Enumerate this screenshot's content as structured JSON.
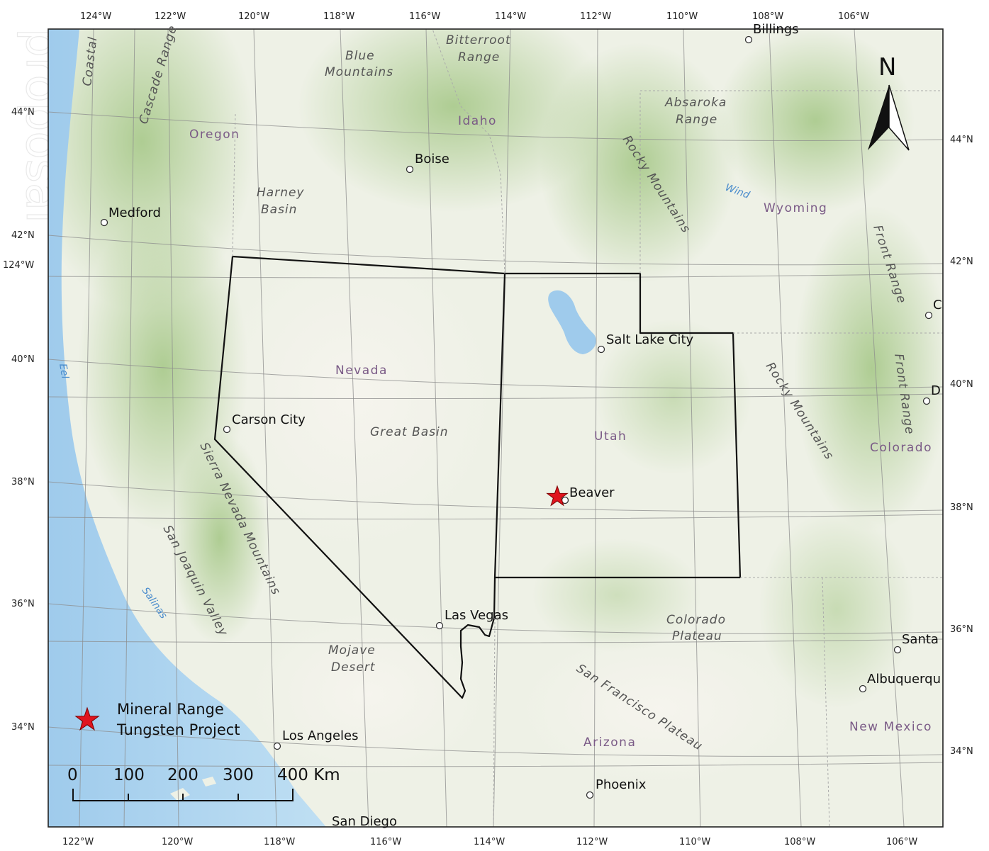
{
  "map": {
    "north_label": "N",
    "cities": [
      {
        "name": "Billings",
        "type": "city"
      },
      {
        "name": "Boise",
        "type": "city"
      },
      {
        "name": "Medford",
        "type": "city"
      },
      {
        "name": "Salt Lake City",
        "type": "city"
      },
      {
        "name": "Carson City",
        "type": "city"
      },
      {
        "name": "Beaver",
        "type": "project-site"
      },
      {
        "name": "Las Vegas",
        "type": "city"
      },
      {
        "name": "Los Angeles",
        "type": "city"
      },
      {
        "name": "San Diego",
        "type": "city"
      },
      {
        "name": "Phoenix",
        "type": "city"
      },
      {
        "name": "Santa",
        "type": "city"
      },
      {
        "name": "Albuquerqu",
        "type": "city"
      },
      {
        "name": "C",
        "type": "city"
      },
      {
        "name": "D",
        "type": "city"
      }
    ],
    "states": [
      "Oregon",
      "Idaho",
      "Wyoming",
      "Nevada",
      "Utah",
      "Colorado",
      "Arizona",
      "New Mexico"
    ],
    "physical": [
      {
        "name": "Coastal"
      },
      {
        "name": "Cascade Range"
      },
      {
        "name": "Blue Mountains",
        "lines": [
          "Blue",
          "Mountains"
        ]
      },
      {
        "name": "Bitterroot Range",
        "lines": [
          "Bitterroot",
          "Range"
        ]
      },
      {
        "name": "Absaroka Range",
        "lines": [
          "Absaroka",
          "Range"
        ]
      },
      {
        "name": "Rocky Mountains"
      },
      {
        "name": "Rocky Mountains"
      },
      {
        "name": "Harney Basin",
        "lines": [
          "Harney",
          "Basin"
        ]
      },
      {
        "name": "Front Range"
      },
      {
        "name": "Front Range"
      },
      {
        "name": "Great Basin"
      },
      {
        "name": "Sierra Nevada Mountains"
      },
      {
        "name": "San Joaquin Valley"
      },
      {
        "name": "Mojave Desert",
        "lines": [
          "Mojave",
          "Desert"
        ]
      },
      {
        "name": "Colorado Plateau",
        "lines": [
          "Colorado",
          "Plateau"
        ]
      },
      {
        "name": "San Francisco Plateau"
      }
    ],
    "water": [
      "Wind",
      "Eel",
      "Salinas"
    ],
    "top_ticks": [
      "124°W",
      "122°W",
      "120°W",
      "118°W",
      "116°W",
      "114°W",
      "112°W",
      "110°W",
      "108°W",
      "106°W"
    ],
    "bottom_ticks": [
      "122°W",
      "120°W",
      "118°W",
      "116°W",
      "114°W",
      "112°W",
      "110°W",
      "108°W",
      "106°W"
    ],
    "left_ticks": [
      "44°N",
      "42°N",
      "124°W",
      "40°N",
      "38°N",
      "36°N",
      "34°N"
    ],
    "right_ticks": [
      "44°N",
      "42°N",
      "40°N",
      "38°N",
      "36°N",
      "34°N"
    ],
    "legend": {
      "line1": "Mineral Range",
      "line2": "Tungsten Project",
      "symbol": "red-star",
      "color": "#e0141e"
    },
    "scale_bar": {
      "labels": [
        "0",
        "100",
        "200",
        "300",
        "400 Km"
      ],
      "units": "Km"
    },
    "colors": {
      "ocean": "#aed4ee",
      "land": "#eef1e6",
      "forest": "#a9c98a",
      "border": "#111111",
      "star": "#e0141e"
    }
  }
}
